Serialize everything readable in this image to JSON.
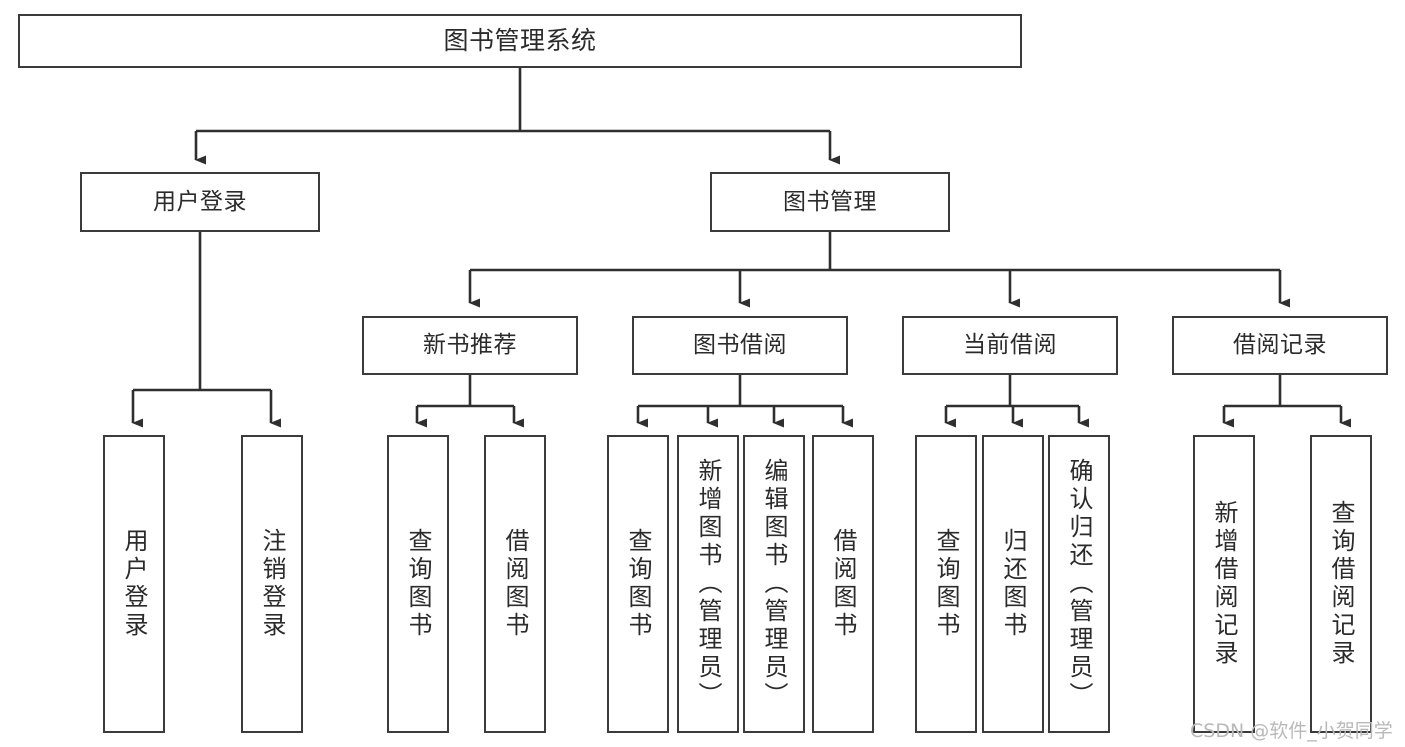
{
  "diagram": {
    "title": "图书管理系统",
    "type": "tree",
    "root": {
      "id": "root",
      "label": "图书管理系统"
    },
    "level1": [
      {
        "id": "user-login",
        "label": "用户登录"
      },
      {
        "id": "book-manage",
        "label": "图书管理"
      }
    ],
    "level2": [
      {
        "id": "new-book-rec",
        "label": "新书推荐",
        "parent": "book-manage"
      },
      {
        "id": "book-borrow",
        "label": "图书借阅",
        "parent": "book-manage"
      },
      {
        "id": "current-borrow",
        "label": "当前借阅",
        "parent": "book-manage"
      },
      {
        "id": "borrow-record",
        "label": "借阅记录",
        "parent": "book-manage"
      }
    ],
    "leaves": [
      {
        "id": "leaf-user-login",
        "label": "用户登录",
        "parent": "user-login"
      },
      {
        "id": "leaf-logout",
        "label": "注销登录",
        "parent": "user-login"
      },
      {
        "id": "leaf-query-book-1",
        "label": "查询图书",
        "parent": "new-book-rec"
      },
      {
        "id": "leaf-borrow-book-1",
        "label": "借阅图书",
        "parent": "new-book-rec"
      },
      {
        "id": "leaf-query-book-2",
        "label": "查询图书",
        "parent": "book-borrow"
      },
      {
        "id": "leaf-add-book",
        "label": "新增图书（管理员）",
        "parent": "book-borrow"
      },
      {
        "id": "leaf-edit-book",
        "label": "编辑图书（管理员）",
        "parent": "book-borrow"
      },
      {
        "id": "leaf-borrow-book-2",
        "label": "借阅图书",
        "parent": "book-borrow"
      },
      {
        "id": "leaf-query-book-3",
        "label": "查询图书",
        "parent": "current-borrow"
      },
      {
        "id": "leaf-return-book",
        "label": "归还图书",
        "parent": "current-borrow"
      },
      {
        "id": "leaf-confirm-return",
        "label": "确认归还（管理员）",
        "parent": "current-borrow"
      },
      {
        "id": "leaf-add-record",
        "label": "新增借阅记录",
        "parent": "borrow-record"
      },
      {
        "id": "leaf-query-record",
        "label": "查询借阅记录",
        "parent": "borrow-record"
      }
    ],
    "colors": {
      "box_border": "#3b3b3b",
      "box_fill": "#ffffff",
      "connector": "#2f2f2f",
      "text": "#2b2b2b",
      "watermark": "#b9b9b9"
    }
  },
  "watermark": {
    "text": "CSDN @软件_小贺同学"
  }
}
